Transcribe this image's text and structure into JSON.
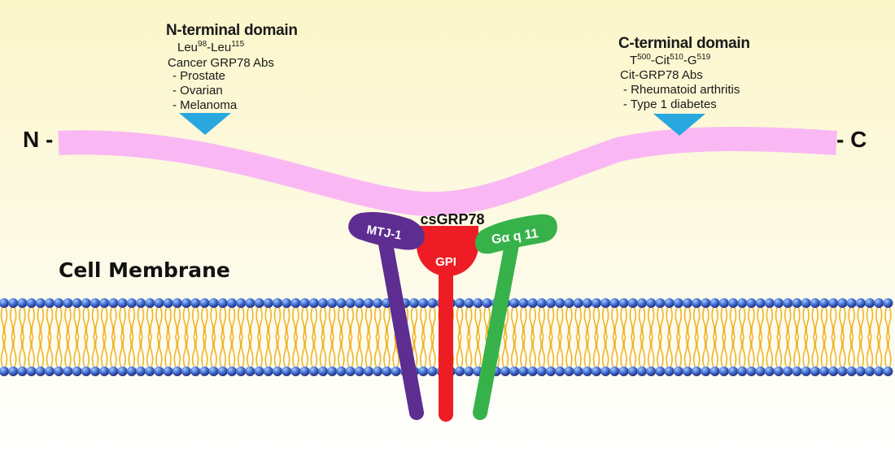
{
  "diagram": {
    "n_terminal_label": "N -",
    "c_terminal_label": "- C",
    "protein_label": "csGRP78",
    "membrane_label": "Cell Membrane",
    "n_domain": {
      "title": "N-terminal domain",
      "epitope": {
        "a": "Leu",
        "a_sup": "98",
        "sep": "-Leu",
        "b_sup": "115"
      },
      "antibodies": "Cancer GRP78 Abs",
      "items": [
        "- Prostate",
        "- Ovarian",
        "- Melanoma"
      ]
    },
    "c_domain": {
      "title": "C-terminal domain",
      "epitope": {
        "a": "T",
        "a_sup": "500",
        "b": "-Cit",
        "b_sup": "510",
        "c": "-G",
        "c_sup": "519"
      },
      "antibodies": "Cit-GRP78 Abs",
      "items": [
        "- Rheumatoid arthritis",
        "- Type 1 diabetes"
      ]
    },
    "anchors": {
      "mtj1": {
        "label": "MTJ-1",
        "color": "#5e2d91"
      },
      "gpi": {
        "label": "GPI",
        "color": "#ee1d25"
      },
      "galpha": {
        "label": "Gα q 11",
        "color": "#37b24a"
      }
    },
    "colors": {
      "protein_band": "#f9b8f4",
      "arrow": "#29a8e0",
      "lipid_head_top": "#4a7fd0",
      "lipid_head_bottom": "#3a2f8f",
      "lipid_tail": "#f0b428"
    }
  }
}
